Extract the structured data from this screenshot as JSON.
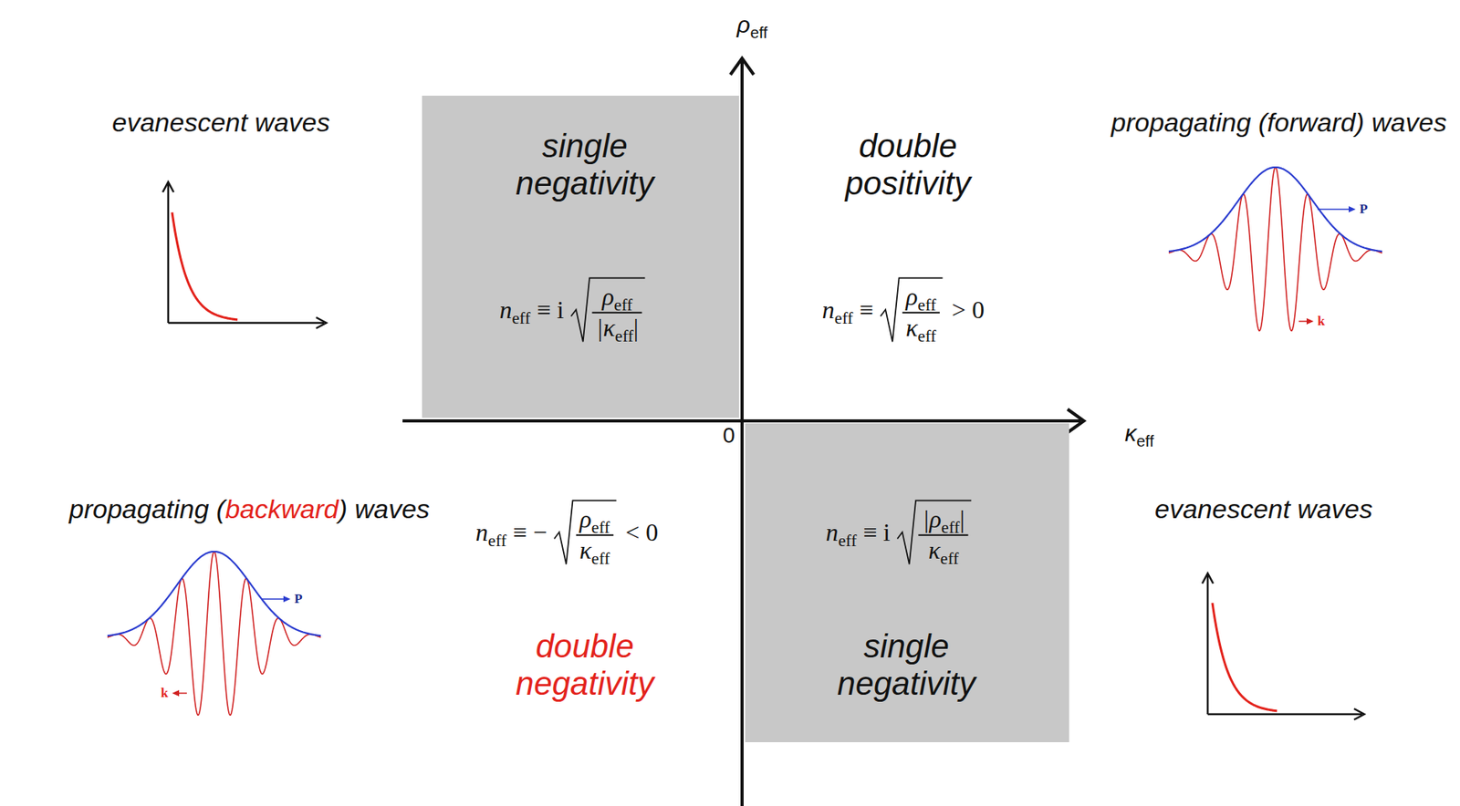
{
  "diagram": {
    "nodes": [
      {
        "text": [
          "single negativity",
          "n",
          "eff",
          "≡ i",
          "ρ",
          "eff",
          "|κ",
          "eff",
          "|"
        ]
      },
      {
        "text": [
          "n",
          "eff",
          "≡ i",
          "|ρ",
          "eff",
          "|",
          "κ",
          "eff",
          "single negativity"
        ]
      }
    ],
    "labels": [
      "ρ",
      "eff",
      "κ",
      "eff",
      "0",
      "evanescent waves",
      "propagating (forward) waves",
      "double positivity",
      "n",
      "eff",
      "≡",
      "ρ",
      "eff",
      "κ",
      "eff",
      "> 0",
      "propagating (",
      "backward",
      ") waves",
      "evanescent waves",
      "n",
      "eff",
      "≡ −",
      "ρ",
      "eff",
      "κ",
      "eff",
      "< 0",
      "double negativity",
      "P",
      "k",
      "P",
      "k"
    ]
  }
}
